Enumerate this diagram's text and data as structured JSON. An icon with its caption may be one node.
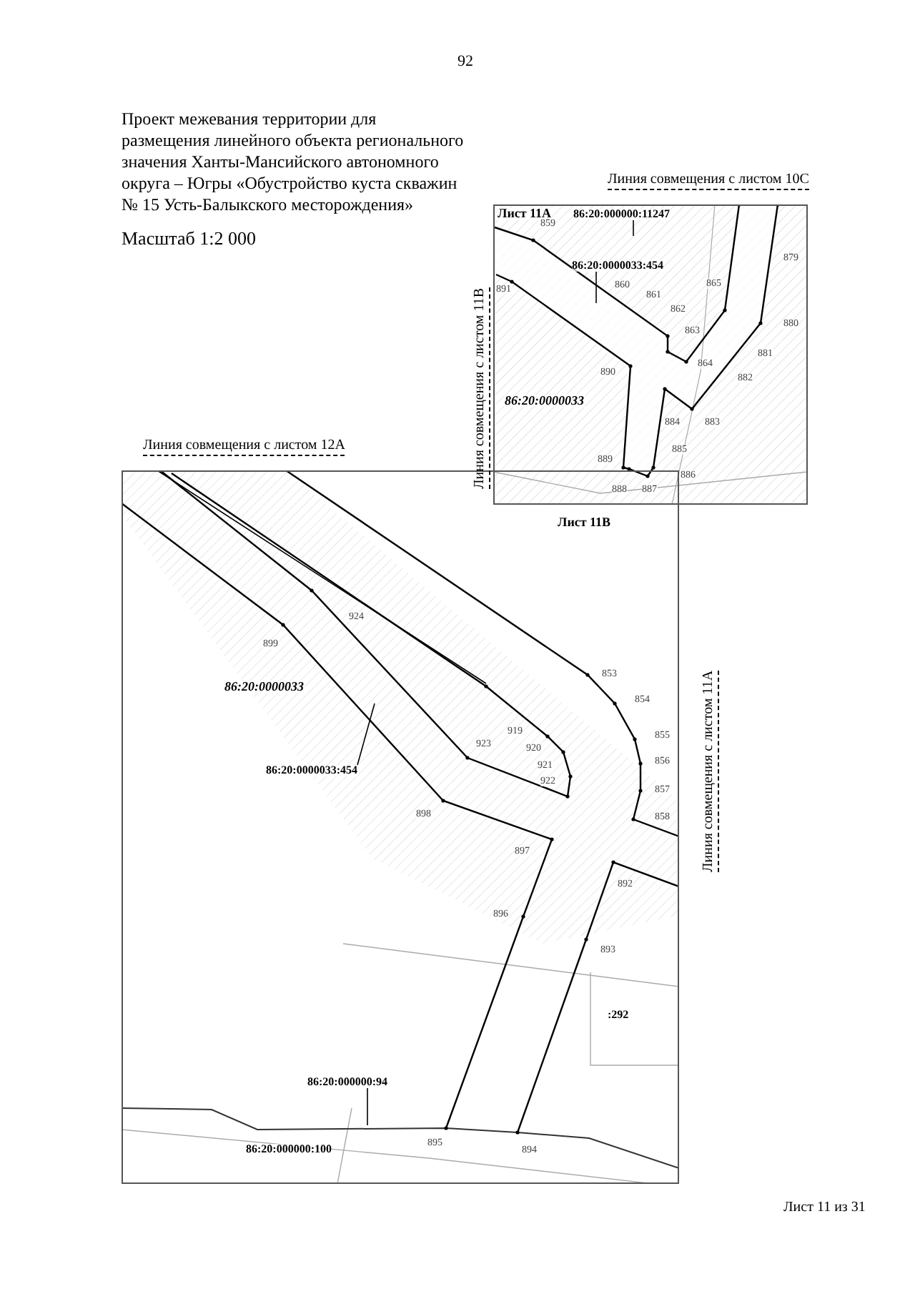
{
  "diagram": {
    "title": "Проект межевания территории для размещения линейного объекта регионального значения Ханты-Мансийского автономного округа – Югры «Обустройство куста скважин № 15 Усть-Балыкского месторождения»",
    "nodes": [
      {
        "text": [
          "Лист 11А"
        ],
        "beside": [
          "Лист 11В"
        ]
      },
      {
        "text": [],
        "shape": "box"
      },
      {
        "text": [
          "86:20:000000:11247"
        ],
        "in": 0
      },
      {
        "text": [
          "86:20:0000033:454"
        ],
        "in": 0
      },
      {
        "text": [
          "86:20:0000033:454"
        ],
        "in": 1
      },
      {
        "text": [
          "86:20:000000:94"
        ],
        "in": 1
      }
    ],
    "edges": [
      {
        "from": 2,
        "to": null,
        "arrow": "none"
      },
      {
        "from": 3,
        "to": null,
        "arrow": "none"
      },
      {
        "from": 4,
        "to": null,
        "arrow": "none"
      },
      {
        "from": 5,
        "to": null,
        "arrow": "none"
      }
    ],
    "labels": [
      "92",
      "Масштаб 1:2 000",
      "Линия совмещения с листом 10С",
      "Линия совмещения с листом 11В",
      "859",
      "891",
      "860",
      "861",
      "862",
      "863",
      "864",
      "865",
      "879",
      "880",
      "881",
      "882",
      "883",
      "884",
      "885",
      "886",
      "887",
      "888",
      "889",
      "890",
      "86:20:0000033",
      "Линия совмещения с листом 12А",
      "924",
      "899",
      "86:20:0000033",
      "853",
      "854",
      "855",
      "856",
      "857",
      "858",
      "919",
      "920",
      "921",
      "922",
      "923",
      "898",
      "897",
      "892",
      "896",
      "893",
      ":292",
      "86:20:000000:100",
      "895",
      "894",
      "Линия совмещения с листом 11А",
      "Лист 11 из 31"
    ]
  }
}
